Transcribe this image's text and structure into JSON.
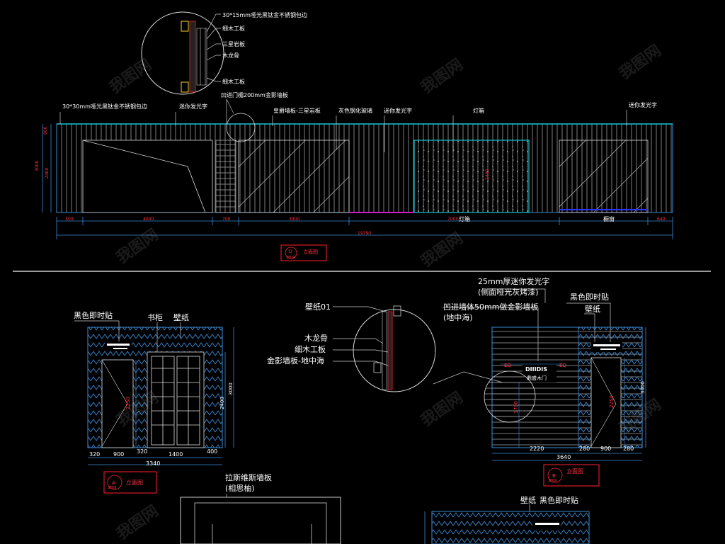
{
  "colors": {
    "line": "#3b8bd6",
    "cyan": "#19c6d6",
    "red": "#ff2030",
    "magenta": "#d01ad0",
    "white": "#ffffff",
    "gray": "#9a9a9a",
    "bg": "#000000"
  },
  "top": {
    "labels": {
      "stainless_30x15": "30*15mm哑光黑钛金不锈钢包边",
      "fine_board_1": "细木工板",
      "three_star": "三星岩板",
      "wood_keel": "木龙骨",
      "fine_board_2": "细木工板",
      "recess": "凹进门楣200mm金影墙板",
      "stainless_30x30": "30*30mm哑光黑钛金不锈钢包边",
      "mini_light_1": "迷你发光字",
      "royal_board": "皇爵墙板-三星岩板",
      "gray_glass": "灰色钢化玻璃",
      "mini_light_2": "迷你发光字",
      "lightbox": "灯箱",
      "mini_light_3": "迷你发光字",
      "lightbox_bottom": "灯箱",
      "window": "橱窗"
    },
    "dims": {
      "h1": "800",
      "h2": "3000",
      "h3": "2400",
      "d1": "300",
      "d2": "4000",
      "d3": "700",
      "d4": "3900",
      "d5": "7000",
      "d6": "640",
      "total": "19790",
      "mid": "2400"
    },
    "tag": {
      "num": "D",
      "sheet": "3F09",
      "label": "立面图"
    }
  },
  "bl": {
    "labels": {
      "black_sticker": "黑色即时贴",
      "bookshelf": "书柜",
      "wallpaper": "壁纸"
    },
    "dims": {
      "d1": "320",
      "d2": "900",
      "d3": "320",
      "d4": "1400",
      "d5": "400",
      "total": "3340",
      "door_h": "2250",
      "h1": "2400",
      "h2": "3000"
    },
    "tag": {
      "num": "A",
      "sheet": "3F09",
      "label": "立面图"
    }
  },
  "br": {
    "labels": {
      "light_25": "25mm厚迷你发光字",
      "side_paint": "(侧面哑光灰烤漆)",
      "wallpaper01": "壁纸01",
      "recess50": "凹进墙体50mm做金影墙板",
      "mediterranean1": "(地中海)",
      "wood_keel": "木龙骨",
      "fine_board": "细木工板",
      "golden_board": "金影墙板-地中海",
      "black_sticker": "黑色即时贴",
      "wallpaper": "壁纸",
      "eq1": "EQ",
      "eq2": "EQ",
      "logo_top": "DIIIDIS",
      "logo_bot": "鼎盛木门"
    },
    "dims": {
      "d1": "2220",
      "d2": "280",
      "d3": "900",
      "d4": "280",
      "total": "3640",
      "door_h": "2250",
      "h1": "3000",
      "h2": "1700"
    },
    "tag": {
      "num": "B",
      "sheet": "3F09",
      "label": "立面图"
    }
  },
  "bottom": {
    "labels": {
      "lasvegas": "拉斯维斯墙板",
      "acacia": "(相思柚)",
      "wallpaper": "壁纸",
      "black_sticker": "黑色即时贴"
    }
  },
  "watermark": "我图网"
}
